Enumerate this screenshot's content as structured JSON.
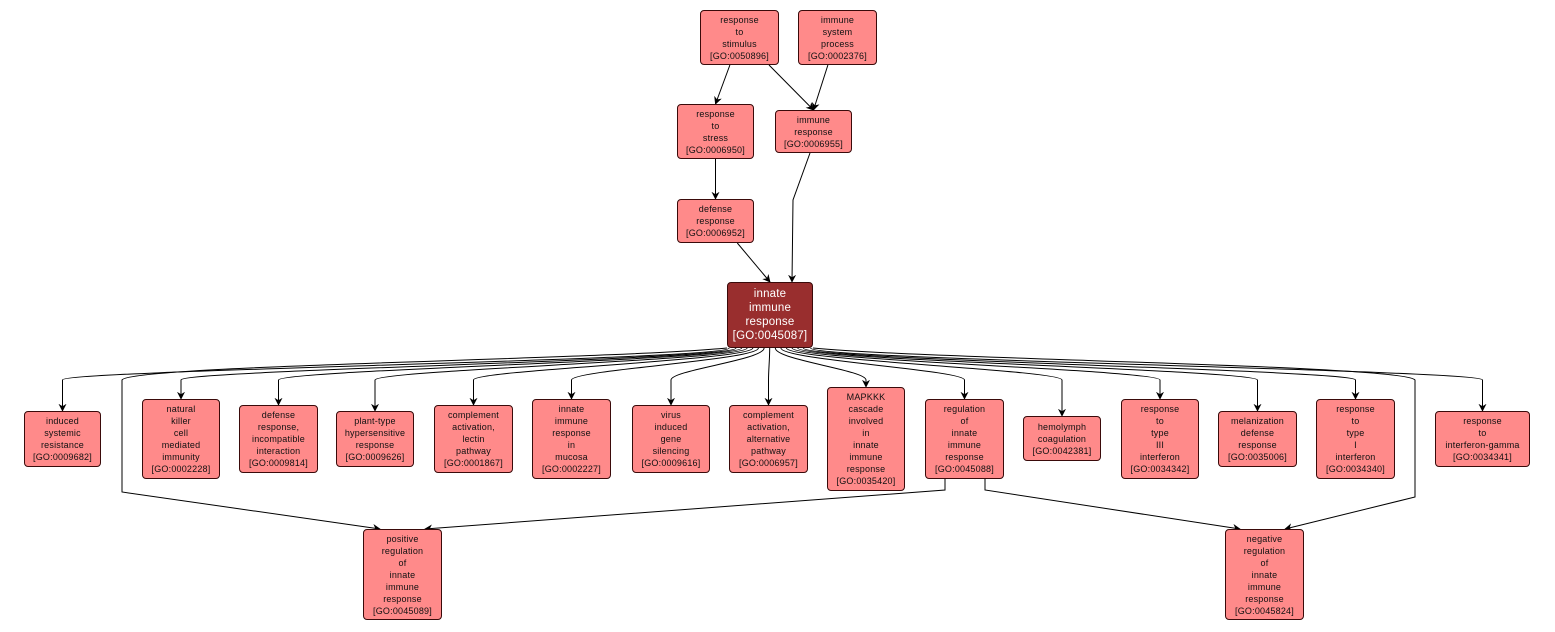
{
  "colors": {
    "node_fill": "#ff8a8a",
    "focus_fill": "#992e2e",
    "edge": "#000000"
  },
  "nodes": [
    {
      "id": "n0050896",
      "lines": [
        "response",
        "to",
        "stimulus"
      ],
      "go": "[GO:0050896]"
    },
    {
      "id": "n0002376",
      "lines": [
        "immune",
        "system",
        "process"
      ],
      "go": "[GO:0002376]"
    },
    {
      "id": "n0006950",
      "lines": [
        "response",
        "to",
        "stress"
      ],
      "go": "[GO:0006950]"
    },
    {
      "id": "n0006955",
      "lines": [
        "immune",
        "response"
      ],
      "go": "[GO:0006955]"
    },
    {
      "id": "n0006952",
      "lines": [
        "defense",
        "response"
      ],
      "go": "[GO:0006952]"
    },
    {
      "id": "n0045087",
      "lines": [
        "innate",
        "immune",
        "response"
      ],
      "go": "[GO:0045087]",
      "focus": true
    },
    {
      "id": "n0009682",
      "lines": [
        "induced",
        "systemic",
        "resistance"
      ],
      "go": "[GO:0009682]"
    },
    {
      "id": "n0002228",
      "lines": [
        "natural",
        "killer",
        "cell",
        "mediated",
        "immunity"
      ],
      "go": "[GO:0002228]"
    },
    {
      "id": "n0009814",
      "lines": [
        "defense",
        "response,",
        "incompatible",
        "interaction"
      ],
      "go": "[GO:0009814]"
    },
    {
      "id": "n0009626",
      "lines": [
        "plant-type",
        "hypersensitive",
        "response"
      ],
      "go": "[GO:0009626]"
    },
    {
      "id": "n0001867",
      "lines": [
        "complement",
        "activation,",
        "lectin",
        "pathway"
      ],
      "go": "[GO:0001867]"
    },
    {
      "id": "n0002227",
      "lines": [
        "innate",
        "immune",
        "response",
        "in",
        "mucosa"
      ],
      "go": "[GO:0002227]"
    },
    {
      "id": "n0009616",
      "lines": [
        "virus",
        "induced",
        "gene",
        "silencing"
      ],
      "go": "[GO:0009616]"
    },
    {
      "id": "n0006957",
      "lines": [
        "complement",
        "activation,",
        "alternative",
        "pathway"
      ],
      "go": "[GO:0006957]"
    },
    {
      "id": "n0035420",
      "lines": [
        "MAPKKK",
        "cascade",
        "involved",
        "in",
        "innate",
        "immune",
        "response"
      ],
      "go": "[GO:0035420]"
    },
    {
      "id": "n0045088",
      "lines": [
        "regulation",
        "of",
        "innate",
        "immune",
        "response"
      ],
      "go": "[GO:0045088]"
    },
    {
      "id": "n0042381",
      "lines": [
        "hemolymph",
        "coagulation"
      ],
      "go": "[GO:0042381]"
    },
    {
      "id": "n0034342",
      "lines": [
        "response",
        "to",
        "type",
        "III",
        "interferon"
      ],
      "go": "[GO:0034342]"
    },
    {
      "id": "n0035006",
      "lines": [
        "melanization",
        "defense",
        "response"
      ],
      "go": "[GO:0035006]"
    },
    {
      "id": "n0034340",
      "lines": [
        "response",
        "to",
        "type",
        "I",
        "interferon"
      ],
      "go": "[GO:0034340]"
    },
    {
      "id": "n0034341",
      "lines": [
        "response",
        "to",
        "interferon-gamma"
      ],
      "go": "[GO:0034341]"
    },
    {
      "id": "n0045089",
      "lines": [
        "positive",
        "regulation",
        "of",
        "innate",
        "immune",
        "response"
      ],
      "go": "[GO:0045089]"
    },
    {
      "id": "n0045824",
      "lines": [
        "negative",
        "regulation",
        "of",
        "innate",
        "immune",
        "response"
      ],
      "go": "[GO:0045824]"
    }
  ],
  "edges": [
    [
      "n0050896",
      "n0006950"
    ],
    [
      "n0050896",
      "n0006955"
    ],
    [
      "n0002376",
      "n0006955"
    ],
    [
      "n0006950",
      "n0006952"
    ],
    [
      "n0006952",
      "n0045087"
    ],
    [
      "n0006955",
      "n0045087"
    ],
    [
      "n0045087",
      "n0009682"
    ],
    [
      "n0045087",
      "n0002228"
    ],
    [
      "n0045087",
      "n0009814"
    ],
    [
      "n0045087",
      "n0009626"
    ],
    [
      "n0045087",
      "n0001867"
    ],
    [
      "n0045087",
      "n0002227"
    ],
    [
      "n0045087",
      "n0009616"
    ],
    [
      "n0045087",
      "n0006957"
    ],
    [
      "n0045087",
      "n0035420"
    ],
    [
      "n0045087",
      "n0045088"
    ],
    [
      "n0045087",
      "n0042381"
    ],
    [
      "n0045087",
      "n0034342"
    ],
    [
      "n0045087",
      "n0035006"
    ],
    [
      "n0045087",
      "n0034340"
    ],
    [
      "n0045087",
      "n0034341"
    ],
    [
      "n0045087",
      "n0045089"
    ],
    [
      "n0045087",
      "n0045824"
    ],
    [
      "n0045088",
      "n0045089"
    ],
    [
      "n0045088",
      "n0045824"
    ]
  ]
}
